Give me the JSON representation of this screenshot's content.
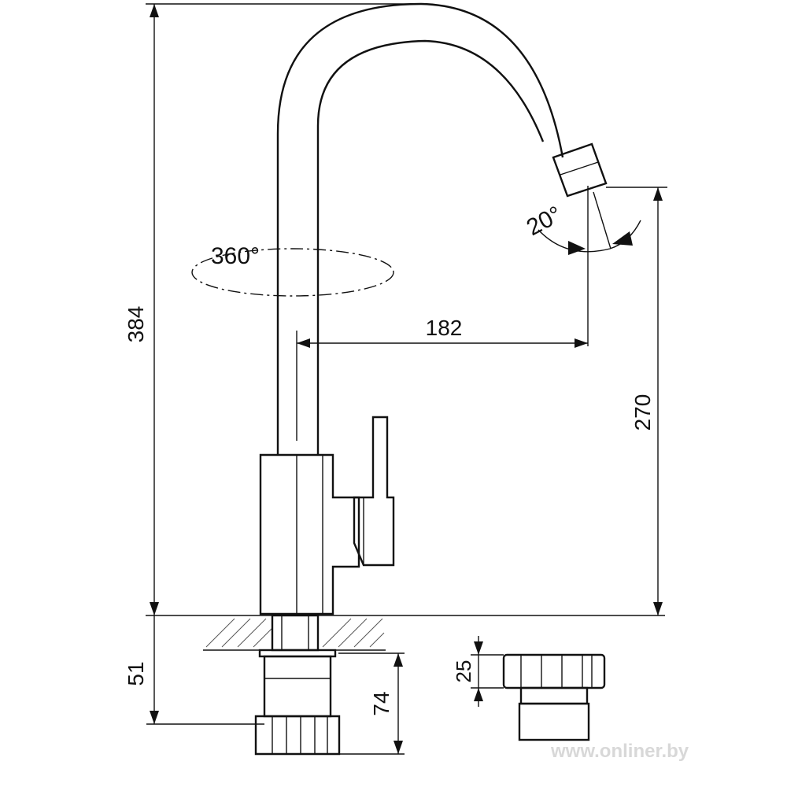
{
  "drawing": {
    "line_color": "#111111",
    "background": "#ffffff",
    "dimensions": {
      "total_height": "384",
      "spout_reach": "182",
      "spout_height": "270",
      "shank_length": "51",
      "hose_fitting_length": "74",
      "nut_height": "25"
    },
    "angles": {
      "rotation": "360°",
      "aerator_tilt": "20°"
    },
    "watermark": "www.onliner.by"
  }
}
